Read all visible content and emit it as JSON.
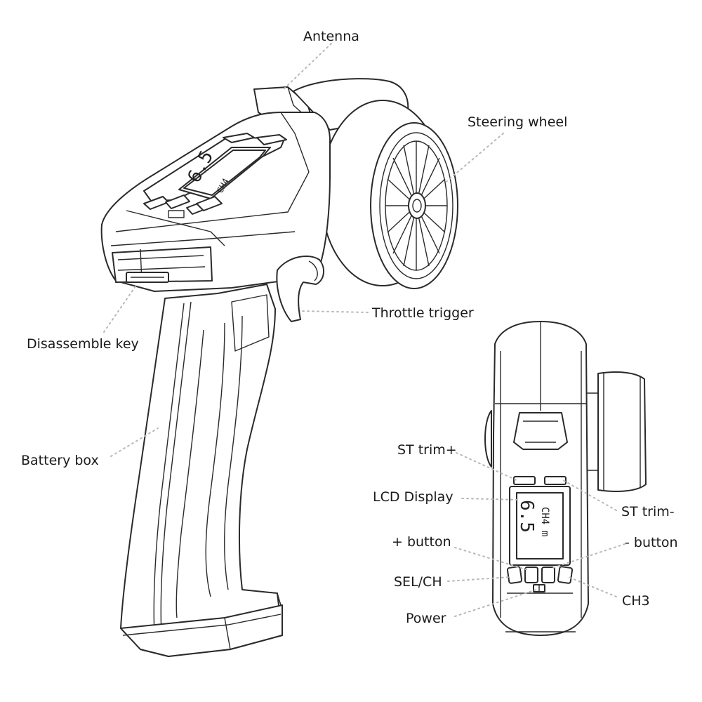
{
  "labels": {
    "antenna": "Antenna",
    "steering_wheel": "Steering wheel",
    "throttle_trigger": "Throttle trigger",
    "disassemble_key": "Disassemble key",
    "battery_box": "Battery box",
    "st_trim_plus": "ST trim+",
    "lcd_display": "LCD Display",
    "st_trim_minus": "ST trim-",
    "plus_button": "+ button",
    "minus_button": "- button",
    "sel_ch": "SEL/CH",
    "ch3": "CH3",
    "power": "Power"
  },
  "lcd": {
    "main_value": "6.5",
    "channel": "CH4",
    "mode": "m"
  },
  "colors": {
    "line": "#2a2a2a",
    "leader": "#b8b8b8",
    "background": "#ffffff"
  }
}
